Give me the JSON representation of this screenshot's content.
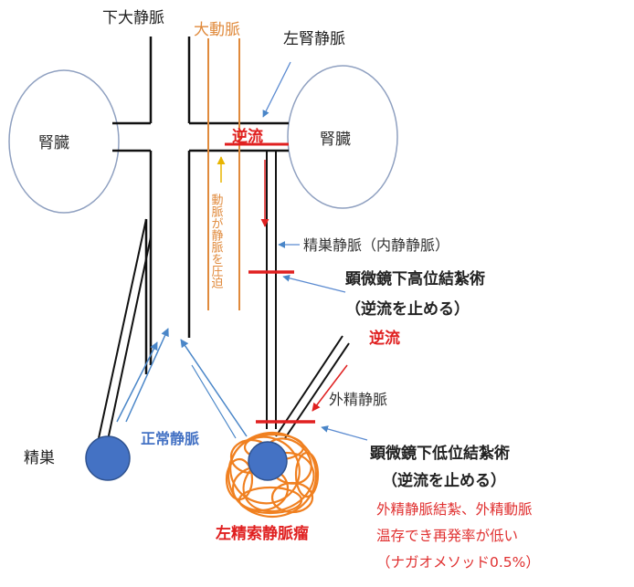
{
  "labels": {
    "ivc": "下大静脈",
    "aorta": "大動脈",
    "left_renal_vein": "左腎静脈",
    "kidney_left": "腎臓",
    "kidney_right": "腎臓",
    "reflux_top": "逆流",
    "compression": "動脈が静脈を圧迫",
    "testicular_vein": "精巣静脈（内静静脈）",
    "high_ligation_title": "顕微鏡下高位結紮術",
    "high_ligation_sub": "（逆流を止める）",
    "reflux_mid": "逆流",
    "external_vein": "外精静脈",
    "testis": "精巣",
    "normal_vein": "正常静脈",
    "low_ligation_title": "顕微鏡下低位結紮術",
    "low_ligation_sub": "（逆流を止める）",
    "varicocele": "左精索静脈瘤",
    "note_line1": "外精静脈結紮、外精動脈",
    "note_line2": "温存でき再発率が低い",
    "note_line3": "（ナガオメソッド0.5%）"
  },
  "colors": {
    "vein": "#111111",
    "artery": "#e08a3c",
    "reflux": "#e02020",
    "testis": "#4472c4",
    "normal_flow": "#4a86c8",
    "pointer": "#5b8bd0",
    "varicocele": "#f08020",
    "note": "#e03030",
    "compression_arrow": "#e8b400"
  }
}
